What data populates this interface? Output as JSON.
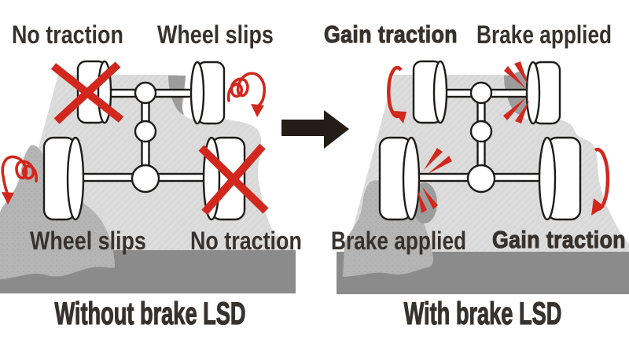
{
  "figure": {
    "type": "comparison-diagram",
    "subject": "brake LSD (limited slip differential) traction comparison"
  },
  "panels": {
    "left": {
      "caption": "Without brake LSD",
      "labels": {
        "front_left": "No traction",
        "front_right": "Wheel slips",
        "rear_left": "Wheel slips",
        "rear_right": "No traction"
      }
    },
    "right": {
      "caption": "With brake LSD",
      "labels": {
        "front_left": "Gain traction",
        "front_right": "Brake applied",
        "rear_left": "Brake applied",
        "rear_right": "Gain traction"
      }
    }
  },
  "icons": {
    "center_transition": "right-arrow-icon",
    "left_panel": {
      "front_left": "red-cross-icon",
      "front_right": "spiral-slip-arrow-icon",
      "rear_left": "spiral-slip-arrow-icon",
      "rear_right": "red-cross-icon"
    },
    "right_panel": {
      "front_left": "rotation-arrow-icon",
      "front_right": "brake-flash-icon",
      "rear_left": "brake-flash-icon",
      "rear_right": "rotation-arrow-icon"
    }
  },
  "colors": {
    "accent_red": "#d2271d",
    "text_dark": "#37322e",
    "terrain_light": "#dcdcdc",
    "terrain_shadow": "#9c9c9c",
    "rock_gray": "#b5b5b5",
    "ground_gray": "#8b8b8b",
    "outline_black": "#1d1b19",
    "arrow_black": "#241c17",
    "background": "#ffffff"
  }
}
